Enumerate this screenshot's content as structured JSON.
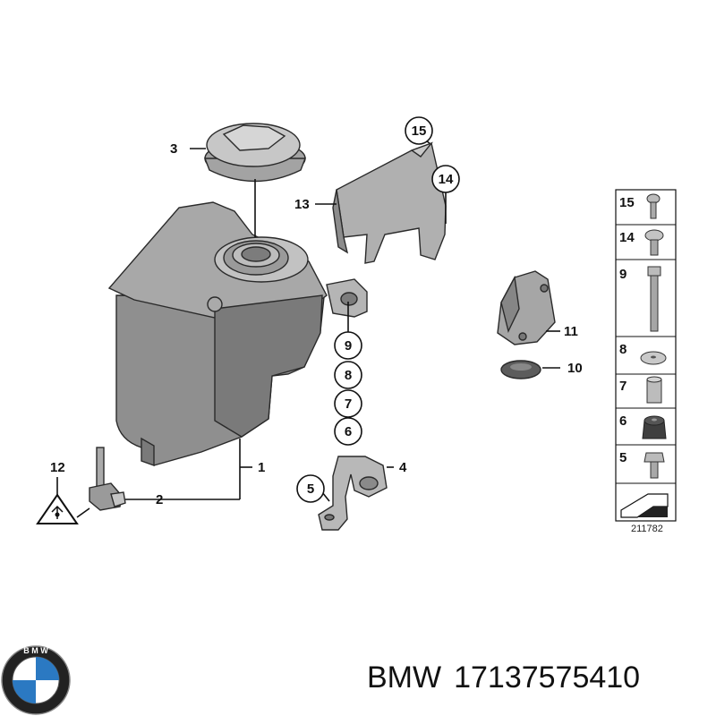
{
  "callouts": {
    "c1": "1",
    "c2": "2",
    "c3": "3",
    "c4": "4",
    "c5": "5",
    "c6": "6",
    "c7": "7",
    "c8": "8",
    "c9": "9",
    "c10": "10",
    "c11": "11",
    "c12": "12",
    "c13": "13",
    "c14": "14",
    "c15": "15"
  },
  "legend": {
    "rows": [
      {
        "num": "15",
        "icon": "screw-icon"
      },
      {
        "num": "14",
        "icon": "expanding-rivet-icon"
      },
      {
        "num": "9",
        "icon": "long-bolt-icon"
      },
      {
        "num": "8",
        "icon": "washer-icon"
      },
      {
        "num": "7",
        "icon": "spacer-sleeve-icon"
      },
      {
        "num": "6",
        "icon": "rubber-mount-icon"
      },
      {
        "num": "5",
        "icon": "hex-bolt-icon"
      }
    ],
    "diagram_number": "211782"
  },
  "caption": {
    "brand": "BMW",
    "part_number": "17137575410"
  },
  "colors": {
    "part_fill": "#9c9c9c",
    "part_dark": "#6e6e6e",
    "part_light": "#c4c4c4",
    "logo_blue": "#2b79c2"
  }
}
